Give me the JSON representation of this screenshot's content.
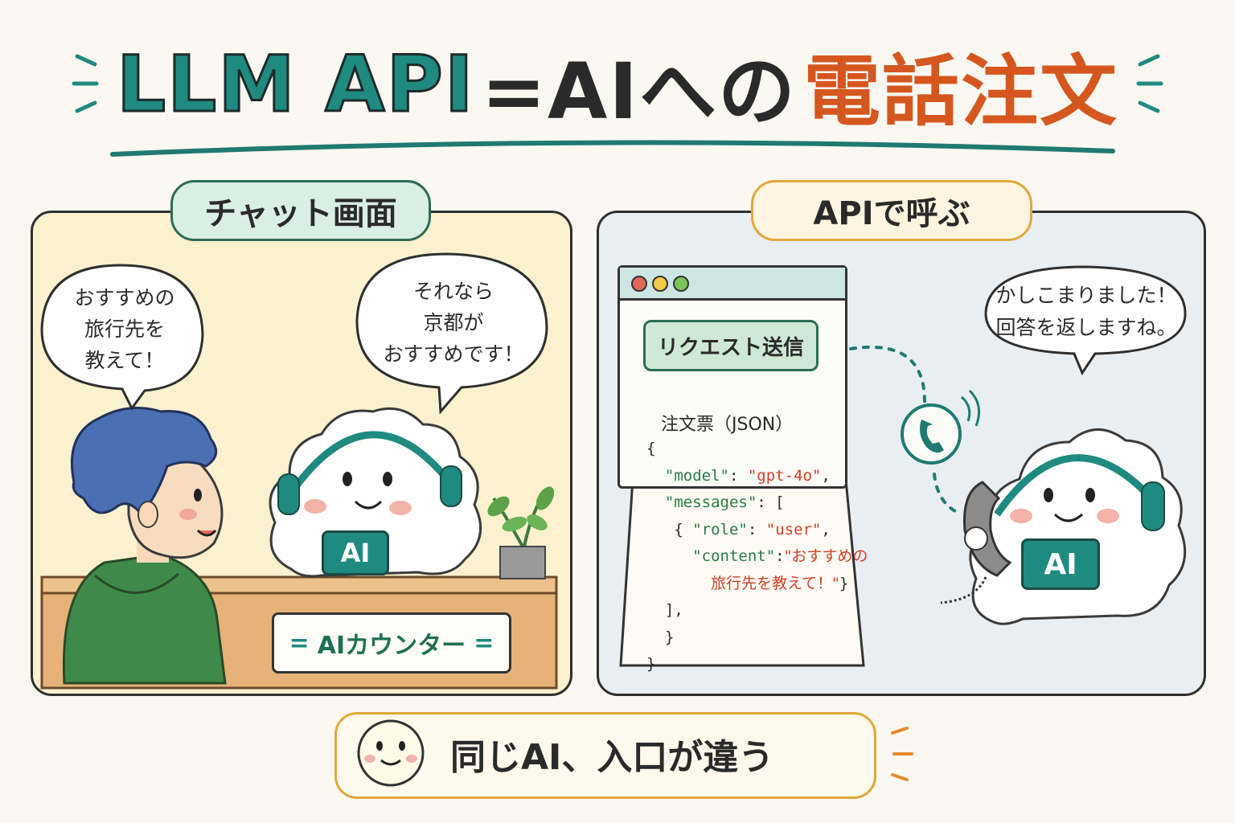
{
  "title": {
    "part1": "LLM API",
    "part2": "=AIへの",
    "part3": "電話注文"
  },
  "left_panel": {
    "label": "チャット画面",
    "user_bubble": [
      "おすすめの",
      "旅行先を",
      "教えて！"
    ],
    "ai_bubble": [
      "それなら",
      "京都が",
      "おすすめです！"
    ],
    "ai_badge": "AI",
    "counter_sign": "AIカウンター"
  },
  "right_panel": {
    "label": "APIで呼ぶ",
    "send_button": "リクエスト送信",
    "doc_title": "注文票（JSON）",
    "code": {
      "open": "{",
      "model_key": "\"model\"",
      "model_value": "\"gpt-4o\"",
      "messages_key": "\"messages\"",
      "messages_open": ": [",
      "obj_open": "{ ",
      "role_key": "\"role\"",
      "role_value": "\"user\"",
      "content_key": "\"content\"",
      "content_value_1": "\"おすすめの",
      "content_value_2": "旅行先を教えて！\"",
      "obj_close": "}",
      "messages_close": "],",
      "inner_close": "}",
      "close": "}"
    },
    "ai_bubble": [
      "かしこまりました！",
      "回答を返しますね。"
    ],
    "ai_badge": "AI"
  },
  "footer": {
    "text": "同じAI、入口が違う"
  },
  "colors": {
    "teal": "#1f8a80",
    "orange": "#d5571f",
    "left_bg": "#fbf1cf",
    "right_bg": "#e9eef2",
    "amber": "#e0a83a"
  },
  "icons": [
    "phone-icon",
    "mouse-cursor-icon",
    "smile-face-icon",
    "headset-icon"
  ]
}
